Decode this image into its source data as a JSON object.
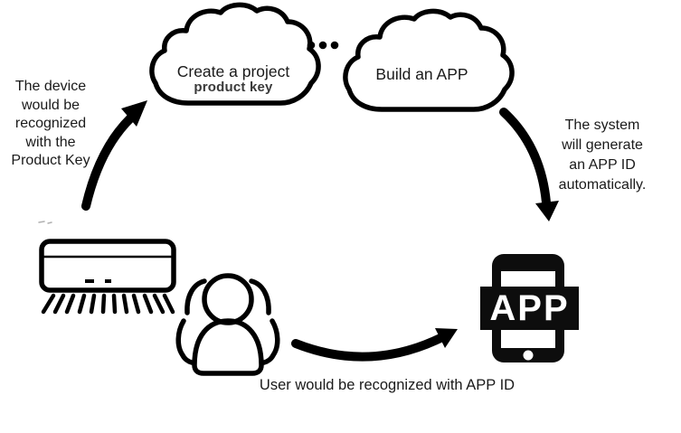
{
  "clouds": {
    "left": {
      "title": "Create a project",
      "subtitle": "product key"
    },
    "right": {
      "title": "Build an APP"
    }
  },
  "notes": {
    "left": "The device\nwould be\nrecognized\nwith the\nProduct Key",
    "right": "The system\nwill generate\nan APP ID\nautomatically.",
    "bottom": "User would be recognized with APP ID"
  },
  "app_device": {
    "label": "APP"
  },
  "icons": {
    "ellipsis": "ellipsis-dots",
    "device": "air-conditioner",
    "users": "user-group",
    "app": "smartphone-app"
  },
  "colors": {
    "background": "#ffffff",
    "line_art": "#000000",
    "text": "#1a1a1a",
    "band": "#0d0d0d",
    "band_text": "#ffffff"
  }
}
